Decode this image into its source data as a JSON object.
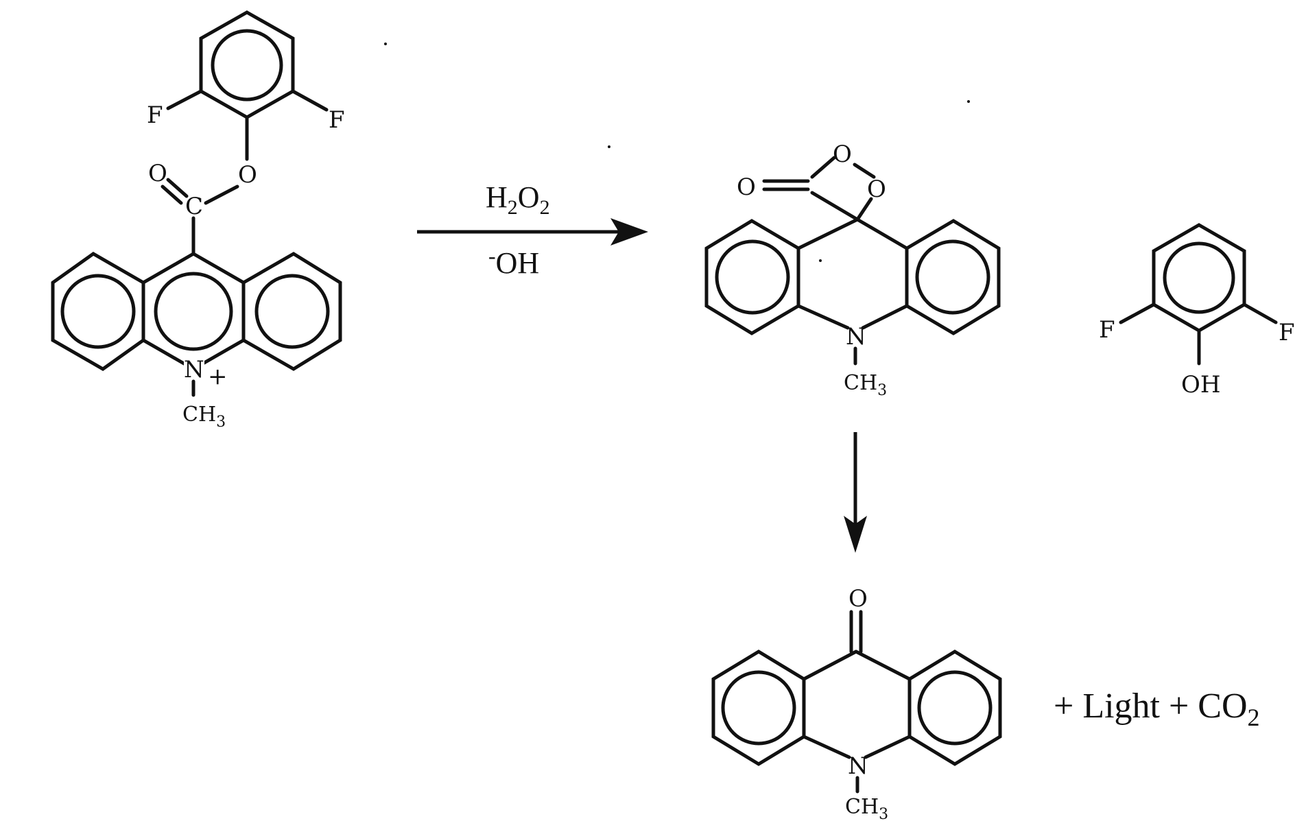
{
  "labels": {
    "F": "F",
    "O": "O",
    "C": "C",
    "N": "N",
    "OH": "OH",
    "CH": "CH",
    "sub3": "3",
    "plus": "+"
  },
  "reagents": {
    "h": "H",
    "sub2": "2",
    "o": "O",
    "minus": "-",
    "oh": "OH"
  },
  "products_text": {
    "part1": "+ Light + CO",
    "sub2": "2"
  }
}
